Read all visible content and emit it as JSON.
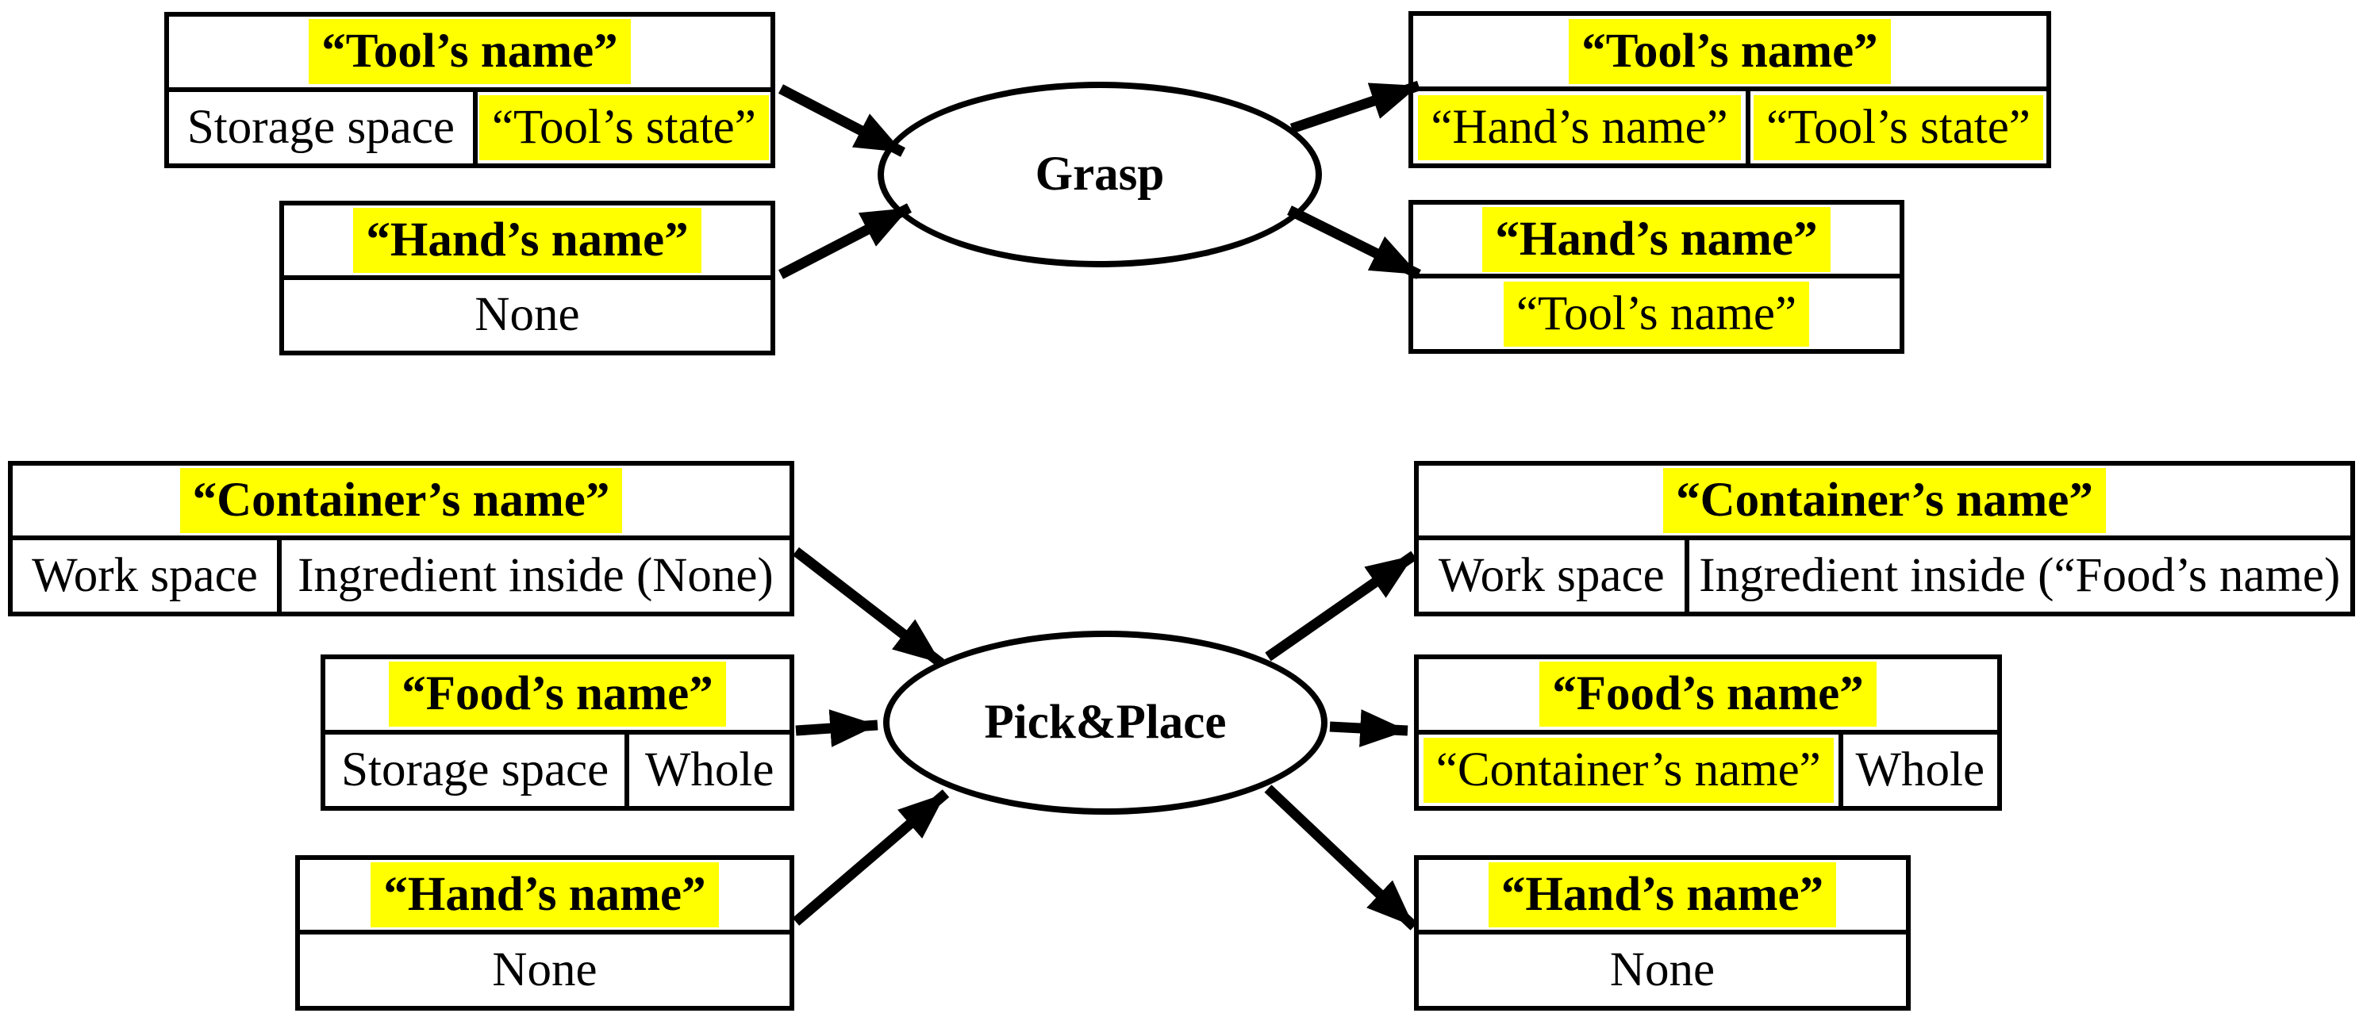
{
  "palette": {
    "highlight": "#FFFF00",
    "line": "#000000",
    "background": "#FFFFFF"
  },
  "sections": [
    {
      "operation": "Grasp",
      "inputs": [
        {
          "title": "“Tool’s name”",
          "cells": [
            "Storage space",
            "“Tool’s state”"
          ]
        },
        {
          "title": "“Hand’s name”",
          "cells": [
            "None"
          ]
        }
      ],
      "outputs": [
        {
          "title": "“Tool’s name”",
          "cells": [
            "“Hand’s name”",
            "“Tool’s state”"
          ]
        },
        {
          "title": "“Hand’s name”",
          "cells": [
            "“Tool’s name”"
          ]
        }
      ]
    },
    {
      "operation": "Pick&Place",
      "inputs": [
        {
          "title": "“Container’s name”",
          "cells": [
            "Work space",
            "Ingredient inside (None)"
          ]
        },
        {
          "title": "“Food’s name”",
          "cells": [
            "Storage space",
            "Whole"
          ]
        },
        {
          "title": "“Hand’s name”",
          "cells": [
            "None"
          ]
        }
      ],
      "outputs": [
        {
          "title": "“Container’s name”",
          "cells": [
            "Work space",
            "Ingredient inside (“Food’s name)"
          ]
        },
        {
          "title": "“Food’s name”",
          "cells": [
            "“Container’s name”",
            "Whole"
          ]
        },
        {
          "title": "“Hand’s name”",
          "cells": [
            "None"
          ]
        }
      ]
    }
  ]
}
